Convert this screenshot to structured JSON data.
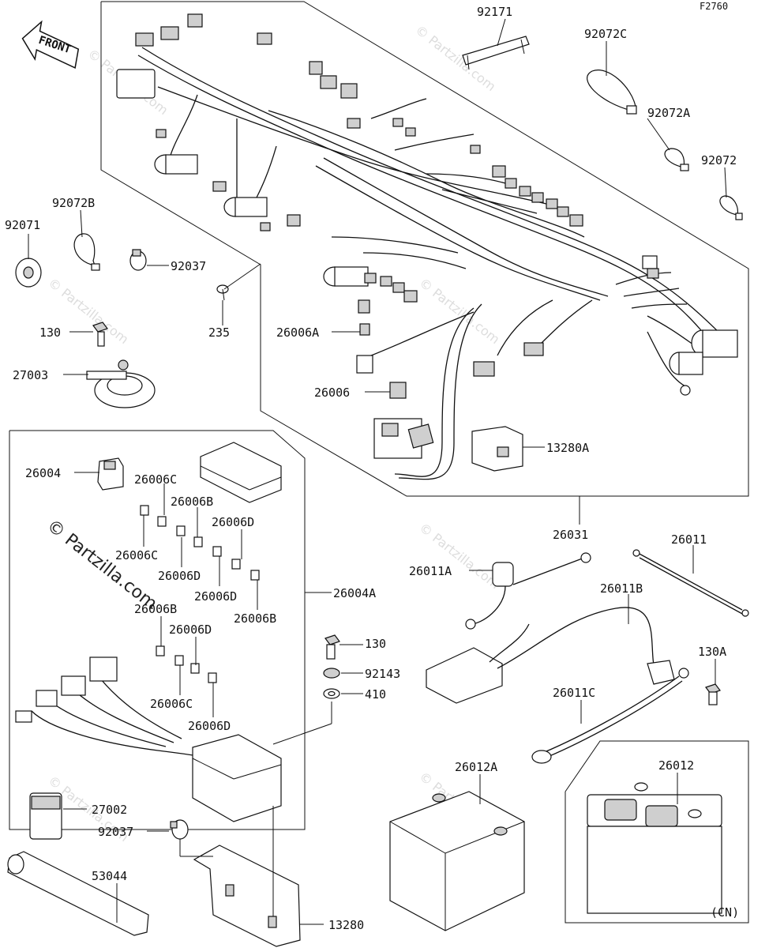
{
  "figure_code": "F2760",
  "front_label": "FRONT",
  "watermark": "© Partzilla.com",
  "note_cn": "(CN)",
  "callouts": {
    "p92171": "92171",
    "p92072c": "92072C",
    "p92072a": "92072A",
    "p92072": "92072",
    "p92072b": "92072B",
    "p92071": "92071",
    "p92037a": "92037",
    "p235": "235",
    "p130a": "130",
    "p27003": "27003",
    "p26006a": "26006A",
    "p26006": "26006",
    "p13280a": "13280A",
    "p26004": "26004",
    "p26006c_1": "26006C",
    "p26006b_1": "26006B",
    "p26006d_1": "26006D",
    "p26006c_2": "26006C",
    "p26006d_2": "26006D",
    "p26006d_3": "26006D",
    "p26006b_2": "26006B",
    "p26006b_3": "26006B",
    "p26006d_4": "26006D",
    "p26006c_3": "26006C",
    "p26006d_5": "26006D",
    "p26004a": "26004A",
    "p26031": "26031",
    "p26011": "26011",
    "p26011a": "26011A",
    "p26011b": "26011B",
    "p130b": "130",
    "p92143": "92143",
    "p410": "410",
    "p130c": "130A",
    "p26011c": "26011C",
    "p26012a": "26012A",
    "p26012": "26012",
    "p27002": "27002",
    "p92037b": "92037",
    "p53044": "53044",
    "p13280": "13280"
  }
}
